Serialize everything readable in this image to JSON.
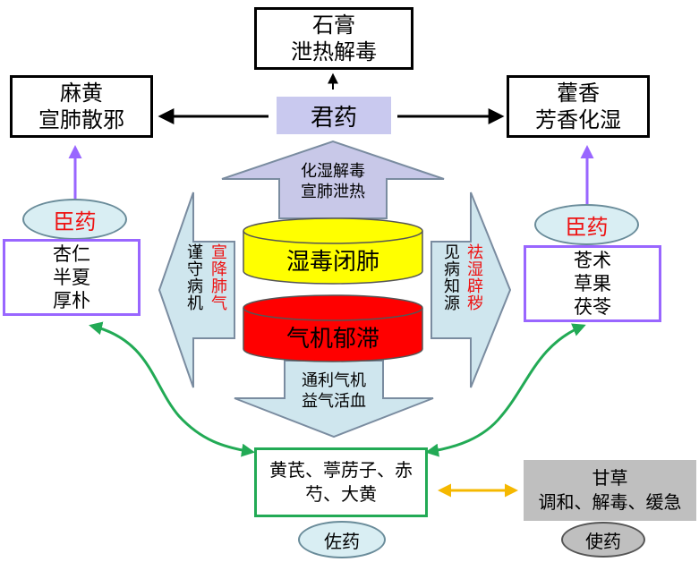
{
  "top_box": {
    "line1": "石膏",
    "line2": "泄热解毒"
  },
  "left_top_box": {
    "line1": "麻黄",
    "line2": "宣肺散邪"
  },
  "right_top_box": {
    "line1": "藿香",
    "line2": "芳香化湿"
  },
  "jun_yao": "君药",
  "up_arrow": {
    "line1": "化湿解毒",
    "line2": "宣肺泄热"
  },
  "down_arrow": {
    "line1": "通利气机",
    "line2": "益气活血"
  },
  "left_arrow": {
    "black": "谨守病机",
    "red": "宣降肺气"
  },
  "right_arrow": {
    "black": "见病知源",
    "red": "祛湿辟秽"
  },
  "cylinder_top": "湿毒闭肺",
  "cylinder_bottom": "气机郁滞",
  "chen_yao_left": "臣药",
  "chen_yao_right": "臣药",
  "left_herbs": {
    "line1": "杏仁",
    "line2": "半夏",
    "line3": "厚朴"
  },
  "right_herbs": {
    "line1": "苍术",
    "line2": "草果",
    "line3": "茯苓"
  },
  "zuo_box": {
    "line1": "黄芪、葶苈子、赤",
    "line2": "芍、大黄"
  },
  "zuo_yao": "佐药",
  "shi_box": {
    "line1": "甘草",
    "line2": "调和、解毒、缓急"
  },
  "shi_yao": "使药",
  "colors": {
    "accent_red": "#ee1111",
    "purple": "#9966ff",
    "green": "#22aa55",
    "orange": "#f5b800",
    "jun_bg": "#c9c9ef",
    "arrow_fill": "#cfe6ee",
    "up_arrow_fill": "#c8c8e8",
    "cyl_yellow": "#ffff00",
    "cyl_red": "#ff0000",
    "shi_bg": "#bfbfbf"
  }
}
